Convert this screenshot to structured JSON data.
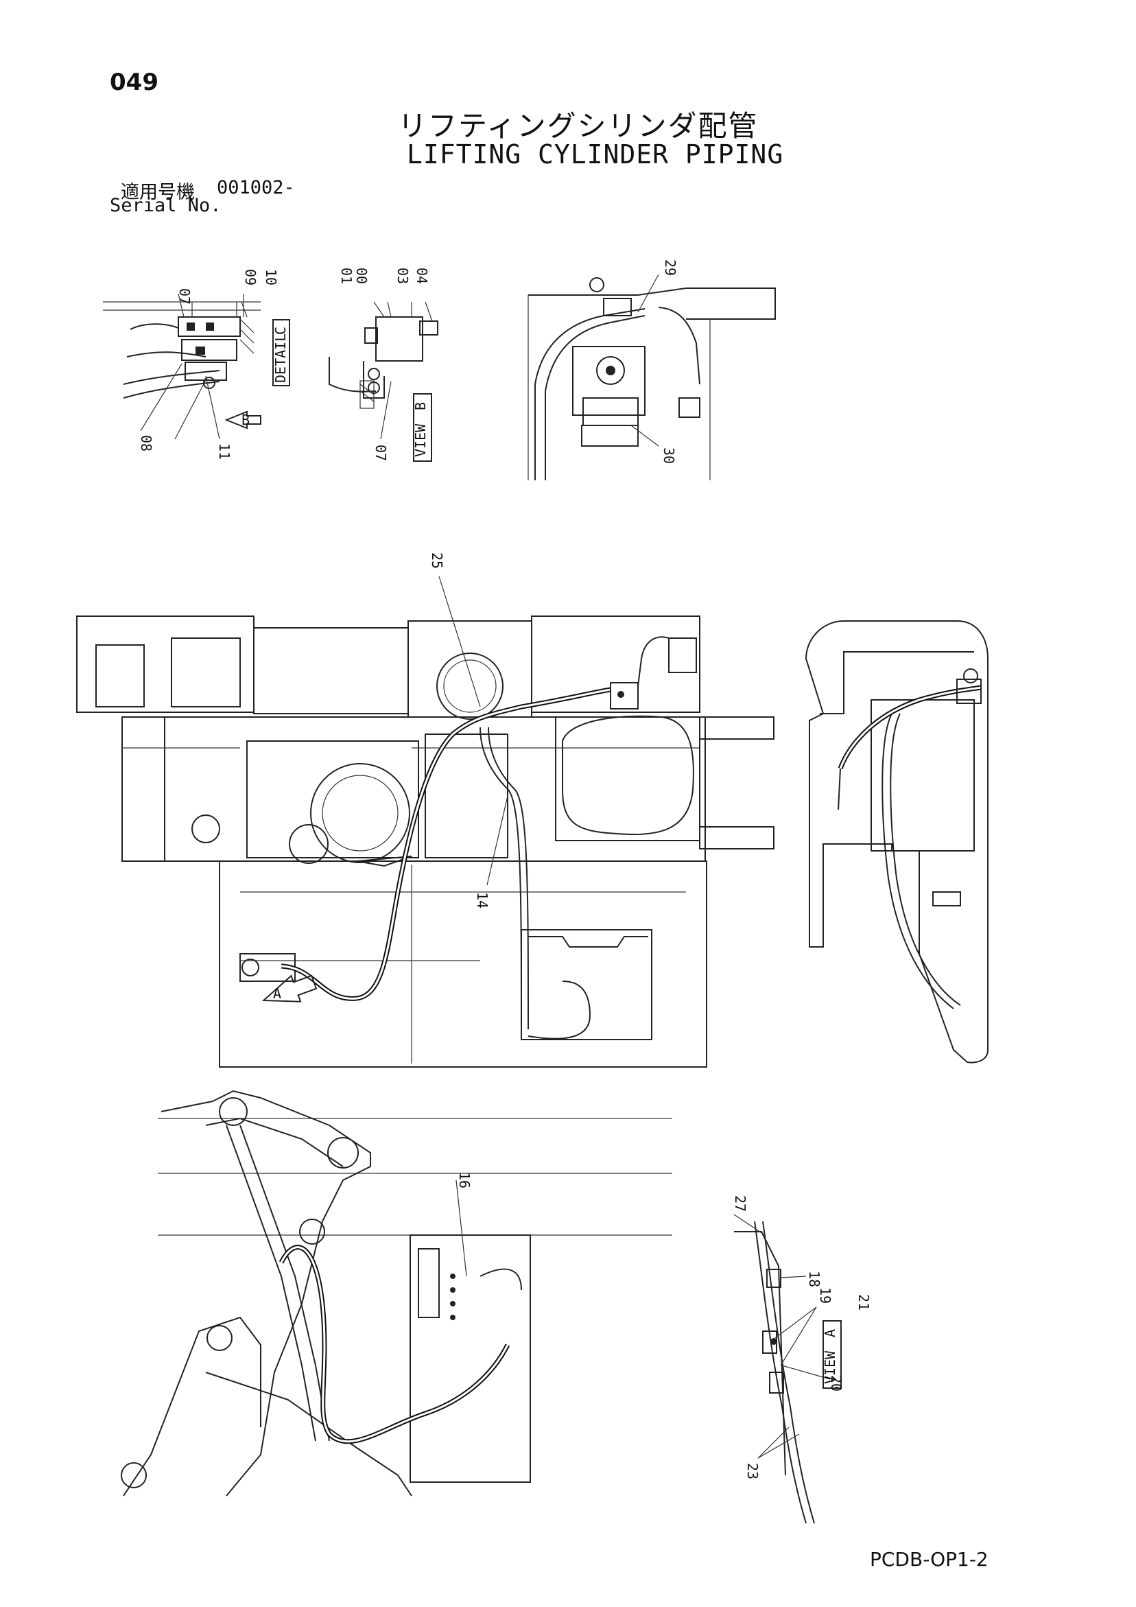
{
  "header": {
    "page_number": "049",
    "title_ja": "リフティングシリンダ配管",
    "title_en": "LIFTING CYLINDER PIPING",
    "serial_label_ja": "適用号機",
    "serial_value": "001002-",
    "serial_label_en": "Serial No."
  },
  "callouts": {
    "c07a": "07",
    "c09": "09",
    "c10": "10",
    "c08": "08",
    "c11": "11",
    "c01": "01",
    "c00": "00",
    "c03": "03",
    "c04": "04",
    "c07b": "07",
    "c29": "29",
    "c30": "30",
    "c25": "25",
    "c14": "14",
    "c16": "16",
    "c27": "27",
    "c18": "18",
    "c19": "19",
    "c21": "21",
    "c20": "20",
    "c23": "23"
  },
  "view_labels": {
    "detail_c": "C",
    "detail_word": "DETAIL",
    "view_b": "B",
    "view_a": "A",
    "view_word": "VIEW",
    "arrow_b": "B",
    "arrow_a": "A"
  },
  "footer": {
    "doc_code": "PCDB-OP1-2"
  }
}
